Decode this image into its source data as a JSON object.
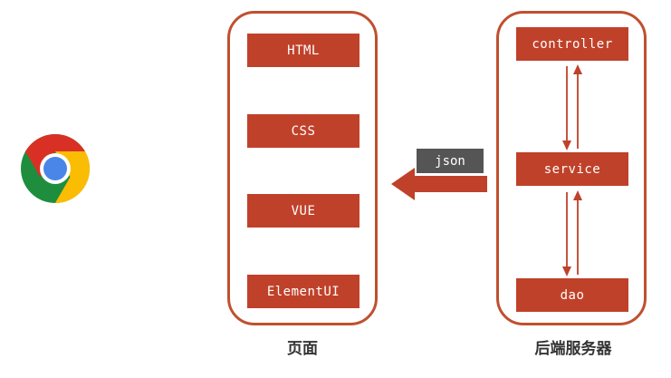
{
  "frontend": {
    "caption": "页面",
    "items": [
      "HTML",
      "CSS",
      "VUE",
      "ElementUI"
    ]
  },
  "backend": {
    "caption": "后端服务器",
    "items": [
      "controller",
      "service",
      "dao"
    ]
  },
  "transfer": {
    "label": "json"
  },
  "browser": {
    "icon": "chrome-browser-icon"
  },
  "colors": {
    "accent": "#c0412a",
    "border": "#c0502f",
    "label_bg": "#555555"
  }
}
